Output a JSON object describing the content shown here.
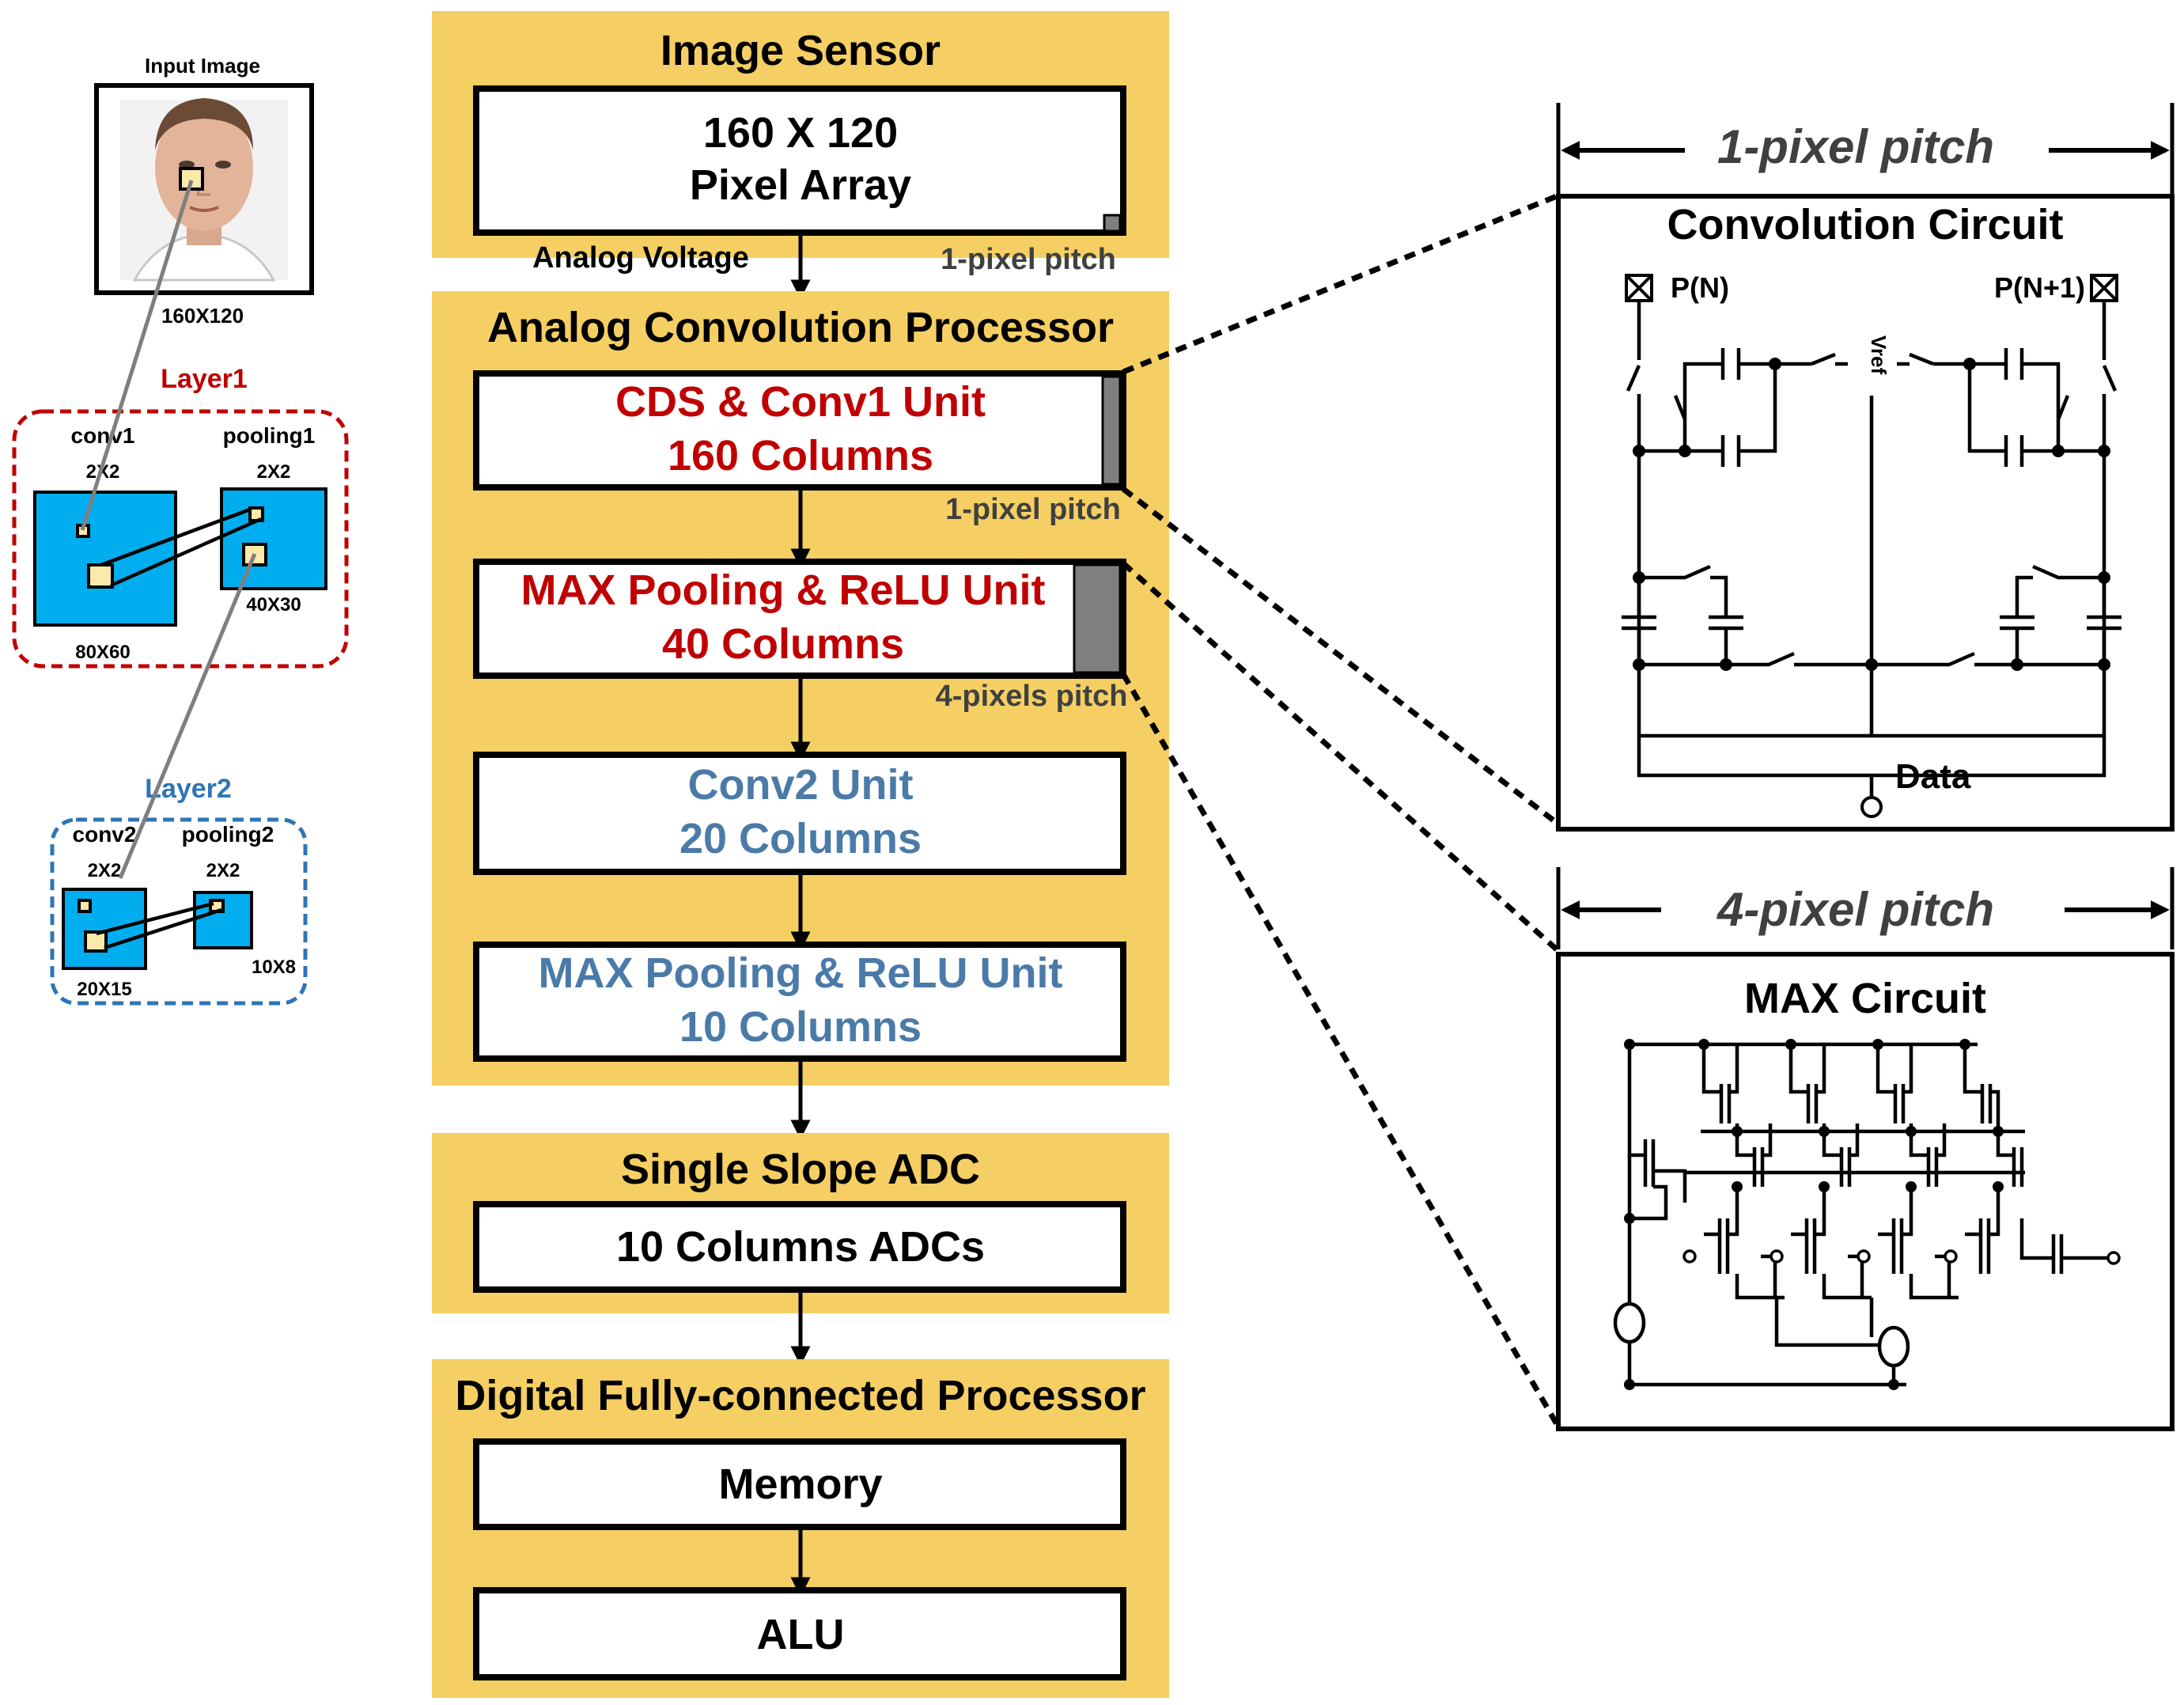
{
  "left": {
    "input_label": "Input Image",
    "input_size": "160X120",
    "layer1": {
      "title": "Layer1",
      "conv_label": "conv1",
      "pool_label": "pooling1",
      "conv_kernel": "2X2",
      "pool_kernel": "2X2",
      "conv_size": "80X60",
      "pool_size": "40X30"
    },
    "layer2": {
      "title": "Layer2",
      "conv_label": "conv2",
      "pool_label": "pooling2",
      "conv_kernel": "2X2",
      "pool_kernel": "2X2",
      "conv_size": "20X15",
      "pool_size": "10X8"
    }
  },
  "center": {
    "sensor_title": "Image Sensor",
    "pixel_array_line1": "160 X 120",
    "pixel_array_line2": "Pixel Array",
    "analog_voltage": "Analog Voltage",
    "pitch1": "1-pixel pitch",
    "acp_title": "Analog Convolution Processor",
    "cds_line1": "CDS & Conv1 Unit",
    "cds_line2": "160 Columns",
    "pitch2": "1-pixel pitch",
    "max1_line1": "MAX Pooling & ReLU Unit",
    "max1_line2": "40 Columns",
    "pitch3": "4-pixels pitch",
    "conv2_line1": "Conv2 Unit",
    "conv2_line2": "20 Columns",
    "max2_line1": "MAX Pooling & ReLU Unit",
    "max2_line2": "10 Columns",
    "adc_title": "Single Slope ADC",
    "adc_box": "10 Columns ADCs",
    "dfc_title": "Digital Fully-connected Processor",
    "memory": "Memory",
    "alu": "ALU"
  },
  "right": {
    "top_pitch": "1-pixel pitch",
    "conv_title": "Convolution  Circuit",
    "pn": "P(N)",
    "pn1": "P(N+1)",
    "vref": "Vref",
    "data": "Data",
    "bottom_pitch": "4-pixel pitch",
    "max_title": "MAX  Circuit"
  }
}
